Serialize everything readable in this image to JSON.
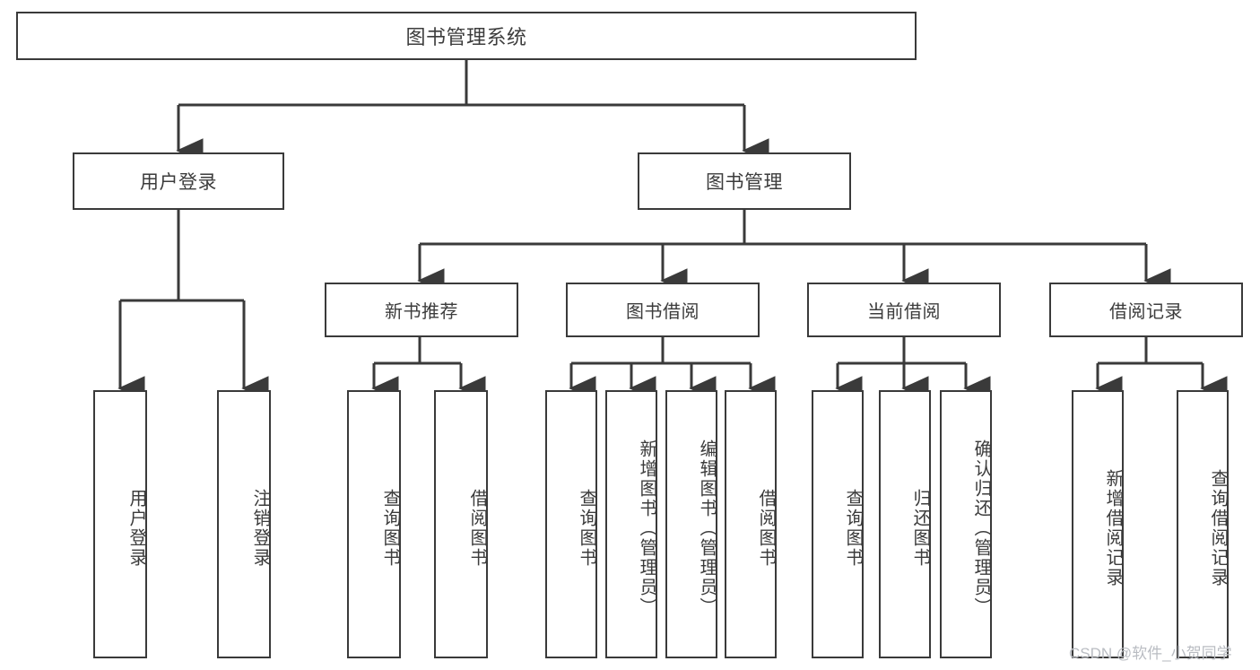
{
  "diagram": {
    "title": "图书管理系统",
    "type": "hierarchy-tree",
    "colors": {
      "box_border": "#3a3a3a",
      "box_fill": "#ffffff",
      "connector": "#3a3a3a",
      "text": "#3c3c3c",
      "watermark": "#b9bcc2",
      "background": "#ffffff"
    },
    "root": {
      "label": "图书管理系统"
    },
    "level1": [
      {
        "label": "用户登录"
      },
      {
        "label": "图书管理"
      }
    ],
    "level2": [
      {
        "label": "新书推荐"
      },
      {
        "label": "图书借阅"
      },
      {
        "label": "当前借阅"
      },
      {
        "label": "借阅记录"
      }
    ],
    "leaves": {
      "user_login": [
        {
          "label": "用户登录"
        },
        {
          "label": "注销登录"
        }
      ],
      "new_book_recommend": [
        {
          "label": "查询图书"
        },
        {
          "label": "借阅图书"
        }
      ],
      "book_borrow": [
        {
          "label": "查询图书"
        },
        {
          "label": "新增图书（管理员）"
        },
        {
          "label": "编辑图书（管理员）"
        },
        {
          "label": "借阅图书"
        }
      ],
      "current_borrow": [
        {
          "label": "查询图书"
        },
        {
          "label": "归还图书"
        },
        {
          "label": "确认归还（管理员）"
        }
      ],
      "borrow_record": [
        {
          "label": "新增借阅记录"
        },
        {
          "label": "查询借阅记录"
        }
      ]
    }
  },
  "watermark": {
    "text": "CSDN @软件_小贺同学"
  }
}
